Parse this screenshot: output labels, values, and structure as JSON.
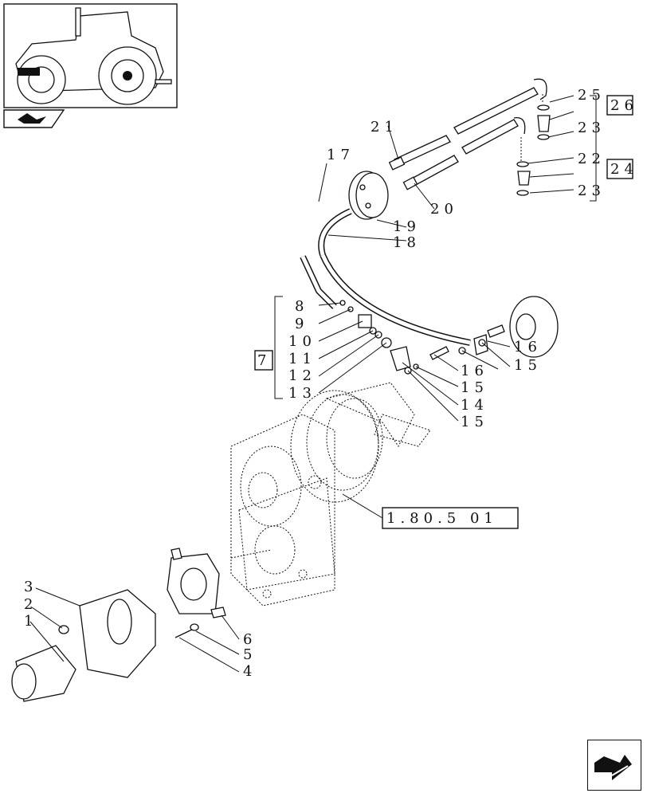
{
  "callouts": {
    "c1": "1",
    "c2": "2",
    "c3": "3",
    "c4": "4",
    "c5": "5",
    "c6": "6",
    "c8": "8",
    "c9": "9",
    "c10": "10",
    "c11": "11",
    "c12": "12",
    "c13": "13",
    "c14": "14",
    "c15a": "15",
    "c15b": "15",
    "c15c": "15",
    "c16a": "16",
    "c16b": "16",
    "c17": "17",
    "c18": "18",
    "c19": "19",
    "c20": "20",
    "c21": "21",
    "c22": "22",
    "c23a": "23",
    "c23b": "23",
    "c25": "25"
  },
  "groups": {
    "g7": "7",
    "g24": "24",
    "g26": "26",
    "ref": "1.80.5 01"
  },
  "icons": {
    "thumbnail": "tractor-thumbnail-icon",
    "section": "section-arrow-icon",
    "nav": "next-page-arrow-icon"
  }
}
